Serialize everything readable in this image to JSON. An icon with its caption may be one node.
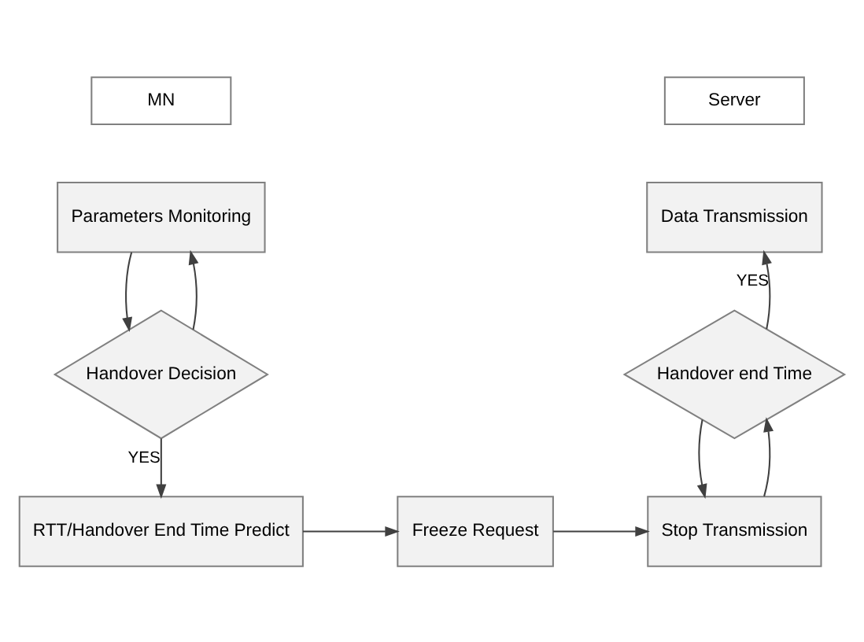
{
  "diagram": {
    "nodes": [
      {
        "text": [
          "MN"
        ]
      },
      {
        "text": [
          "Server"
        ]
      },
      {
        "text": [
          "Parameters Monitoring"
        ]
      },
      {
        "text": [
          "Handover Decision"
        ]
      },
      {
        "text": [
          "RTT/Handover End Time Predict"
        ]
      },
      {
        "text": [
          "Freeze Request"
        ]
      },
      {
        "text": [
          "Stop Transmission"
        ]
      },
      {
        "text": [
          "Handover end Time"
        ]
      },
      {
        "text": [
          "Data Transmission"
        ]
      }
    ],
    "edges": [
      {
        "from": 2,
        "to": 3,
        "arrow": "to"
      },
      {
        "from": 3,
        "to": 2,
        "arrow": "to"
      },
      {
        "from": 3,
        "to": 4,
        "arrow": "to",
        "label": "YES"
      },
      {
        "from": 4,
        "to": 5,
        "arrow": "to"
      },
      {
        "from": 5,
        "to": 6,
        "arrow": "to"
      },
      {
        "from": 6,
        "to": 7,
        "arrow": "to"
      },
      {
        "from": 7,
        "to": 6,
        "arrow": "to"
      },
      {
        "from": 7,
        "to": 8,
        "arrow": "to",
        "label": "YES"
      }
    ]
  }
}
